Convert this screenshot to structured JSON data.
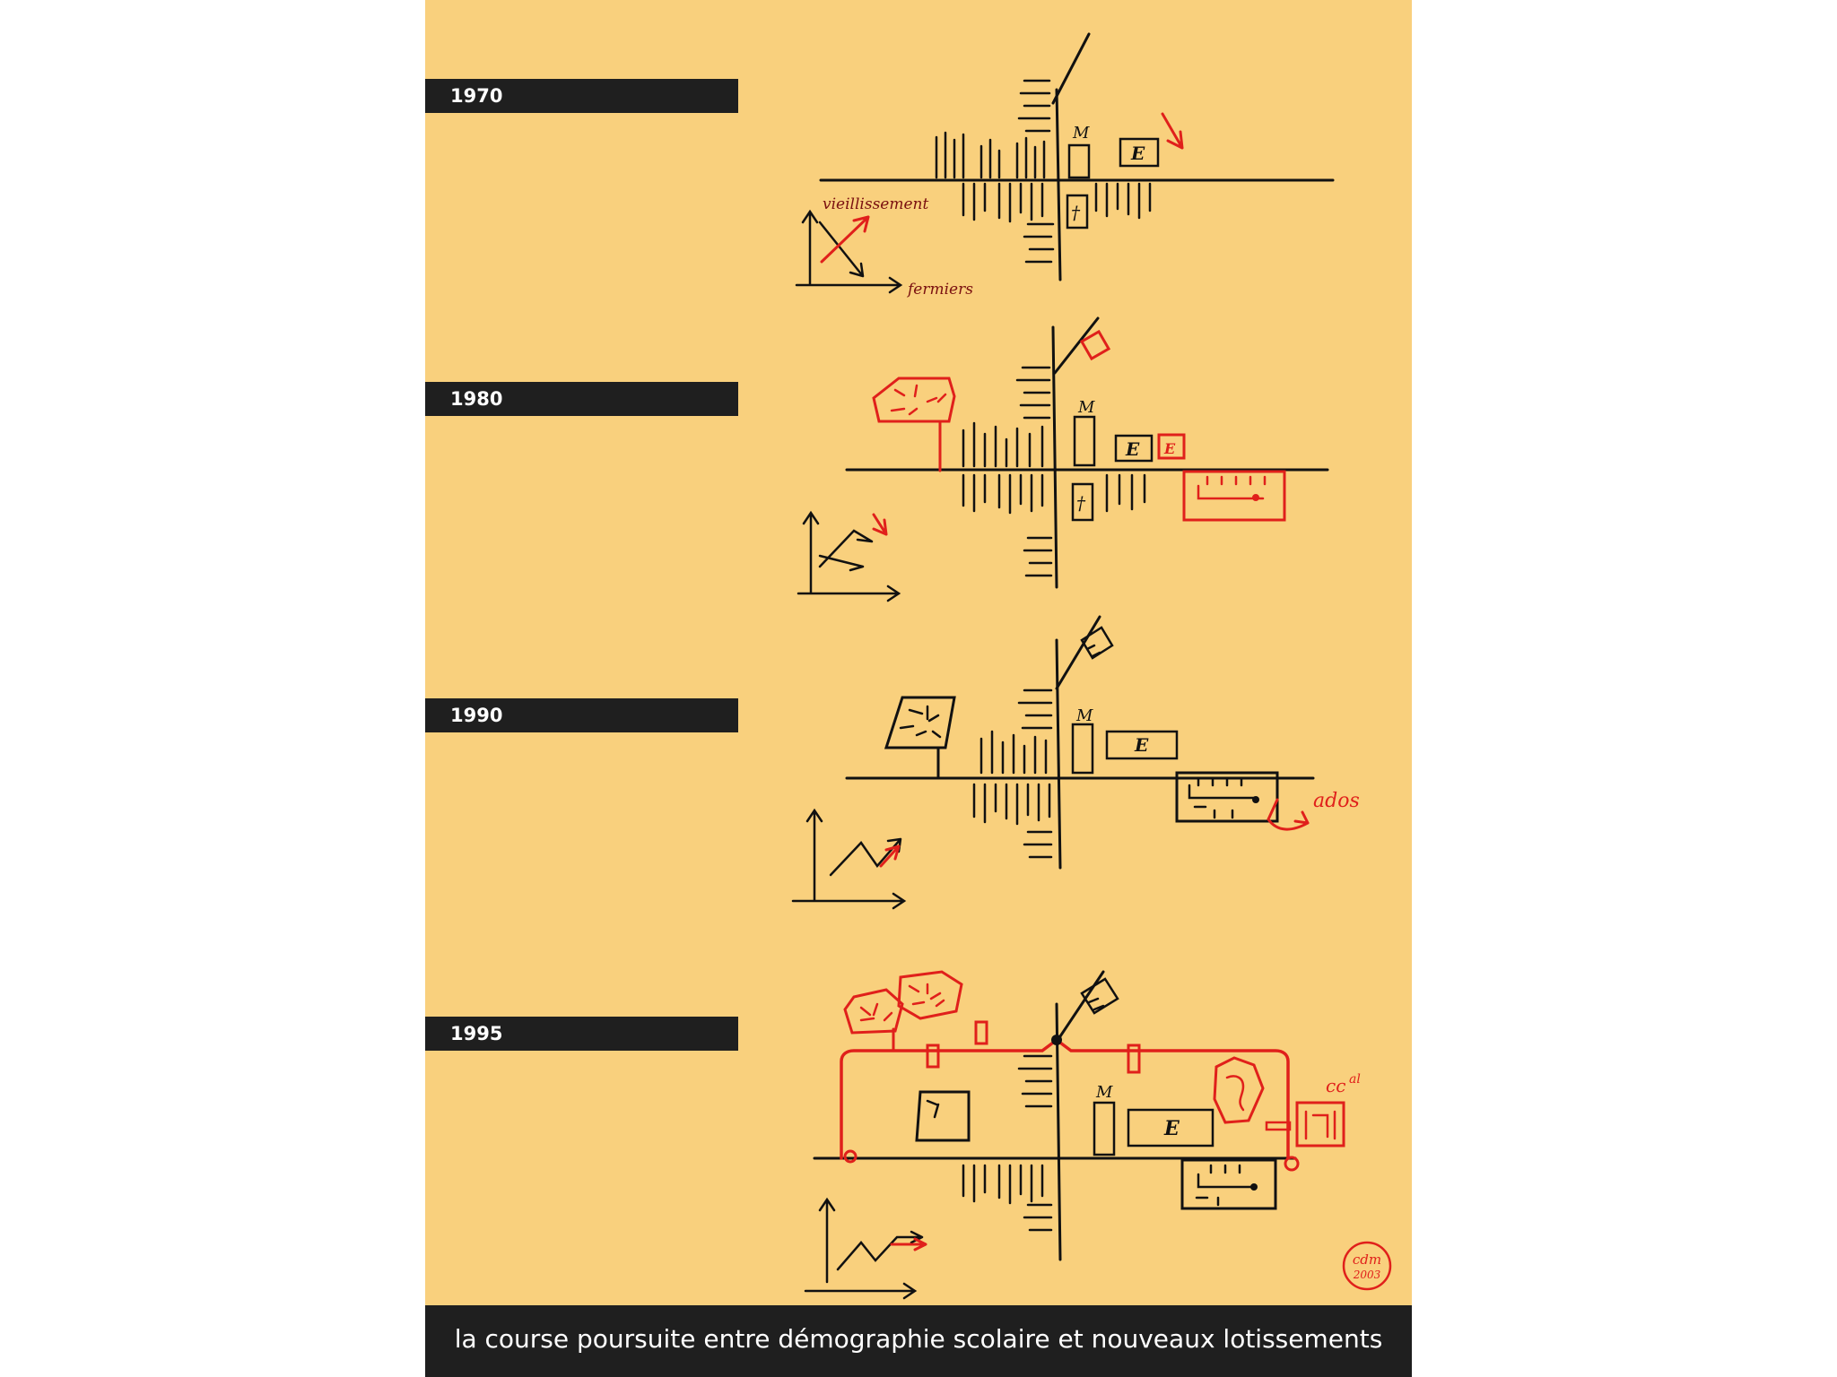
{
  "years": [
    "1970",
    "1980",
    "1990",
    "1995"
  ],
  "caption": "la course poursuite entre démographie scolaire et nouveaux lotissements",
  "labels": {
    "mairie": "M",
    "ecole": "E",
    "ecole_annex": "E",
    "eglise": "†",
    "vieillissement": "vieillissement",
    "fermiers": "fermiers",
    "ados": "ados",
    "cc": "cc",
    "cc_suffix": "al"
  },
  "signature": {
    "initials": "cdm",
    "year": "2003"
  },
  "colors": {
    "background": "#f9d07d",
    "bar": "#1f1f1f",
    "ink": "#111111",
    "red": "#e0201b"
  }
}
